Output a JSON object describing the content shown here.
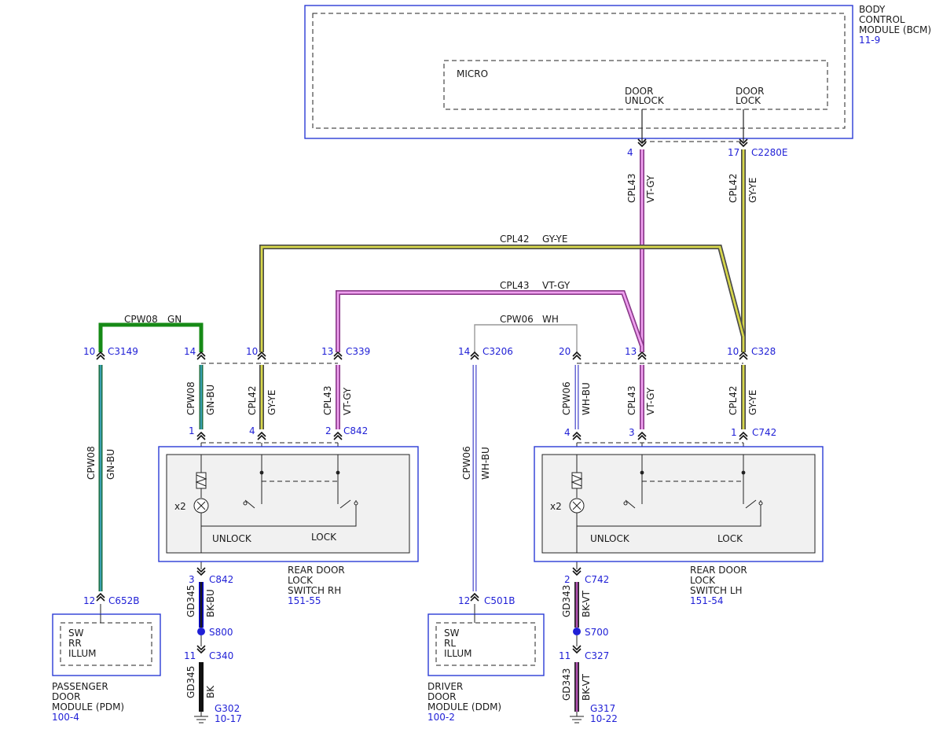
{
  "bcm": {
    "title_l1": "BODY",
    "title_l2": "CONTROL",
    "title_l3": "MODULE (BCM)",
    "ref": "11-9",
    "micro": "MICRO",
    "unlock_l1": "DOOR",
    "unlock_l2": "UNLOCK",
    "lock_l1": "DOOR",
    "lock_l2": "LOCK"
  },
  "connectors": {
    "c2280e": "C2280E",
    "c3149": "C3149",
    "c339": "C339",
    "c3206": "C3206",
    "c328": "C328",
    "c842": "C842",
    "c742": "C742",
    "c652b": "C652B",
    "c501b": "C501B",
    "s800": "S800",
    "s700": "S700",
    "c340": "C340",
    "c327": "C327",
    "g302": "G302",
    "g317": "G317"
  },
  "pins": {
    "p4": "4",
    "p17": "17",
    "p10a": "10",
    "p14a": "14",
    "p10b": "10",
    "p13a": "13",
    "p14b": "14",
    "p20": "20",
    "p13b": "13",
    "p10c": "10",
    "p1a": "1",
    "p4a": "4",
    "p2a": "2",
    "p4b": "4",
    "p3b": "3",
    "p1b": "1",
    "p3c": "3",
    "p2c": "2",
    "p12a": "12",
    "p12b": "12",
    "p11a": "11",
    "p11b": "11"
  },
  "wires": {
    "cpl42": "CPL42",
    "cpl43": "CPL43",
    "cpw08": "CPW08",
    "cpw06": "CPW06",
    "gd345": "GD345",
    "gd343": "GD343",
    "gy_ye": "GY-YE",
    "vt_gy": "VT-GY",
    "gn": "GN",
    "wh": "WH",
    "gn_bu": "GN-BU",
    "wh_bu": "WH-BU",
    "bk_bu": "BK-BU",
    "bk_vt": "BK-VT",
    "bk": "BK"
  },
  "switch_rh": {
    "t1": "REAR DOOR",
    "t2": "LOCK",
    "t3": "SWITCH RH",
    "ref": "151-55",
    "unlock": "UNLOCK",
    "lock": "LOCK",
    "x2": "x2"
  },
  "switch_lh": {
    "t1": "REAR DOOR",
    "t2": "LOCK",
    "t3": "SWITCH LH",
    "ref": "151-54",
    "unlock": "UNLOCK",
    "lock": "LOCK",
    "x2": "x2"
  },
  "pdm": {
    "sw_l1": "SW",
    "sw_l2": "RR",
    "sw_l3": "ILLUM",
    "t1": "PASSENGER",
    "t2": "DOOR",
    "t3": "MODULE (PDM)",
    "ref": "100-4"
  },
  "ddm": {
    "sw_l1": "SW",
    "sw_l2": "RL",
    "sw_l3": "ILLUM",
    "t1": "DRIVER",
    "t2": "DOOR",
    "t3": "MODULE (DDM)",
    "ref": "100-2"
  },
  "grounds": {
    "g302_ref": "10-17",
    "g317_ref": "10-22"
  },
  "colors": {
    "gy_ye": [
      "#4a4a4a",
      "#d8d84a"
    ],
    "vt_gy": [
      "#8a3a8a",
      "#f0a0f0"
    ],
    "gn": "#168a16",
    "gn_bu": [
      "#1a6a3a",
      "#3aa0b0"
    ],
    "wh": "#999999",
    "wh_bu": [
      "#5a5ad0",
      "#ffffff"
    ],
    "bk_bu": [
      "#0000c8",
      "#1a1a1a"
    ],
    "bk_vt": [
      "#222222",
      "#b050b0"
    ],
    "bk": "#111111"
  }
}
